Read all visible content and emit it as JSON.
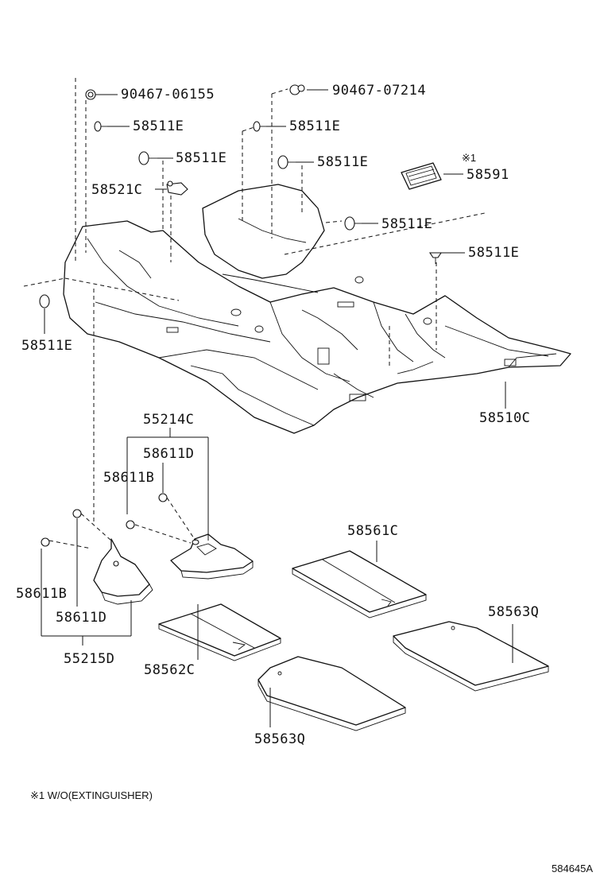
{
  "labels": {
    "clip_upper_left": "90467-06155",
    "clip_upper_mid": "90467-07214",
    "clip_e1": "58511E",
    "clip_e2": "58511E",
    "clip_e3": "58511E",
    "clip_e4": "58511E",
    "clip_e5": "58511E",
    "clip_e6": "58511E",
    "clip_e7": "58511E",
    "clip_c": "58521C",
    "note_mark": "※1",
    "plate": "58591",
    "carpet": "58510C",
    "rest_right": "55214C",
    "rest_right_d": "58611D",
    "rest_right_b": "58611B",
    "rest_left_b": "58611B",
    "rest_left_d": "58611D",
    "rest_left": "55215D",
    "mat_front_right": "58561C",
    "mat_front_left": "58562C",
    "mat_rear_right": "58563Q",
    "mat_rear_left": "58563Q"
  },
  "footnote": "※1 W/O(EXTINGUISHER)",
  "diagram_code": "584645A"
}
